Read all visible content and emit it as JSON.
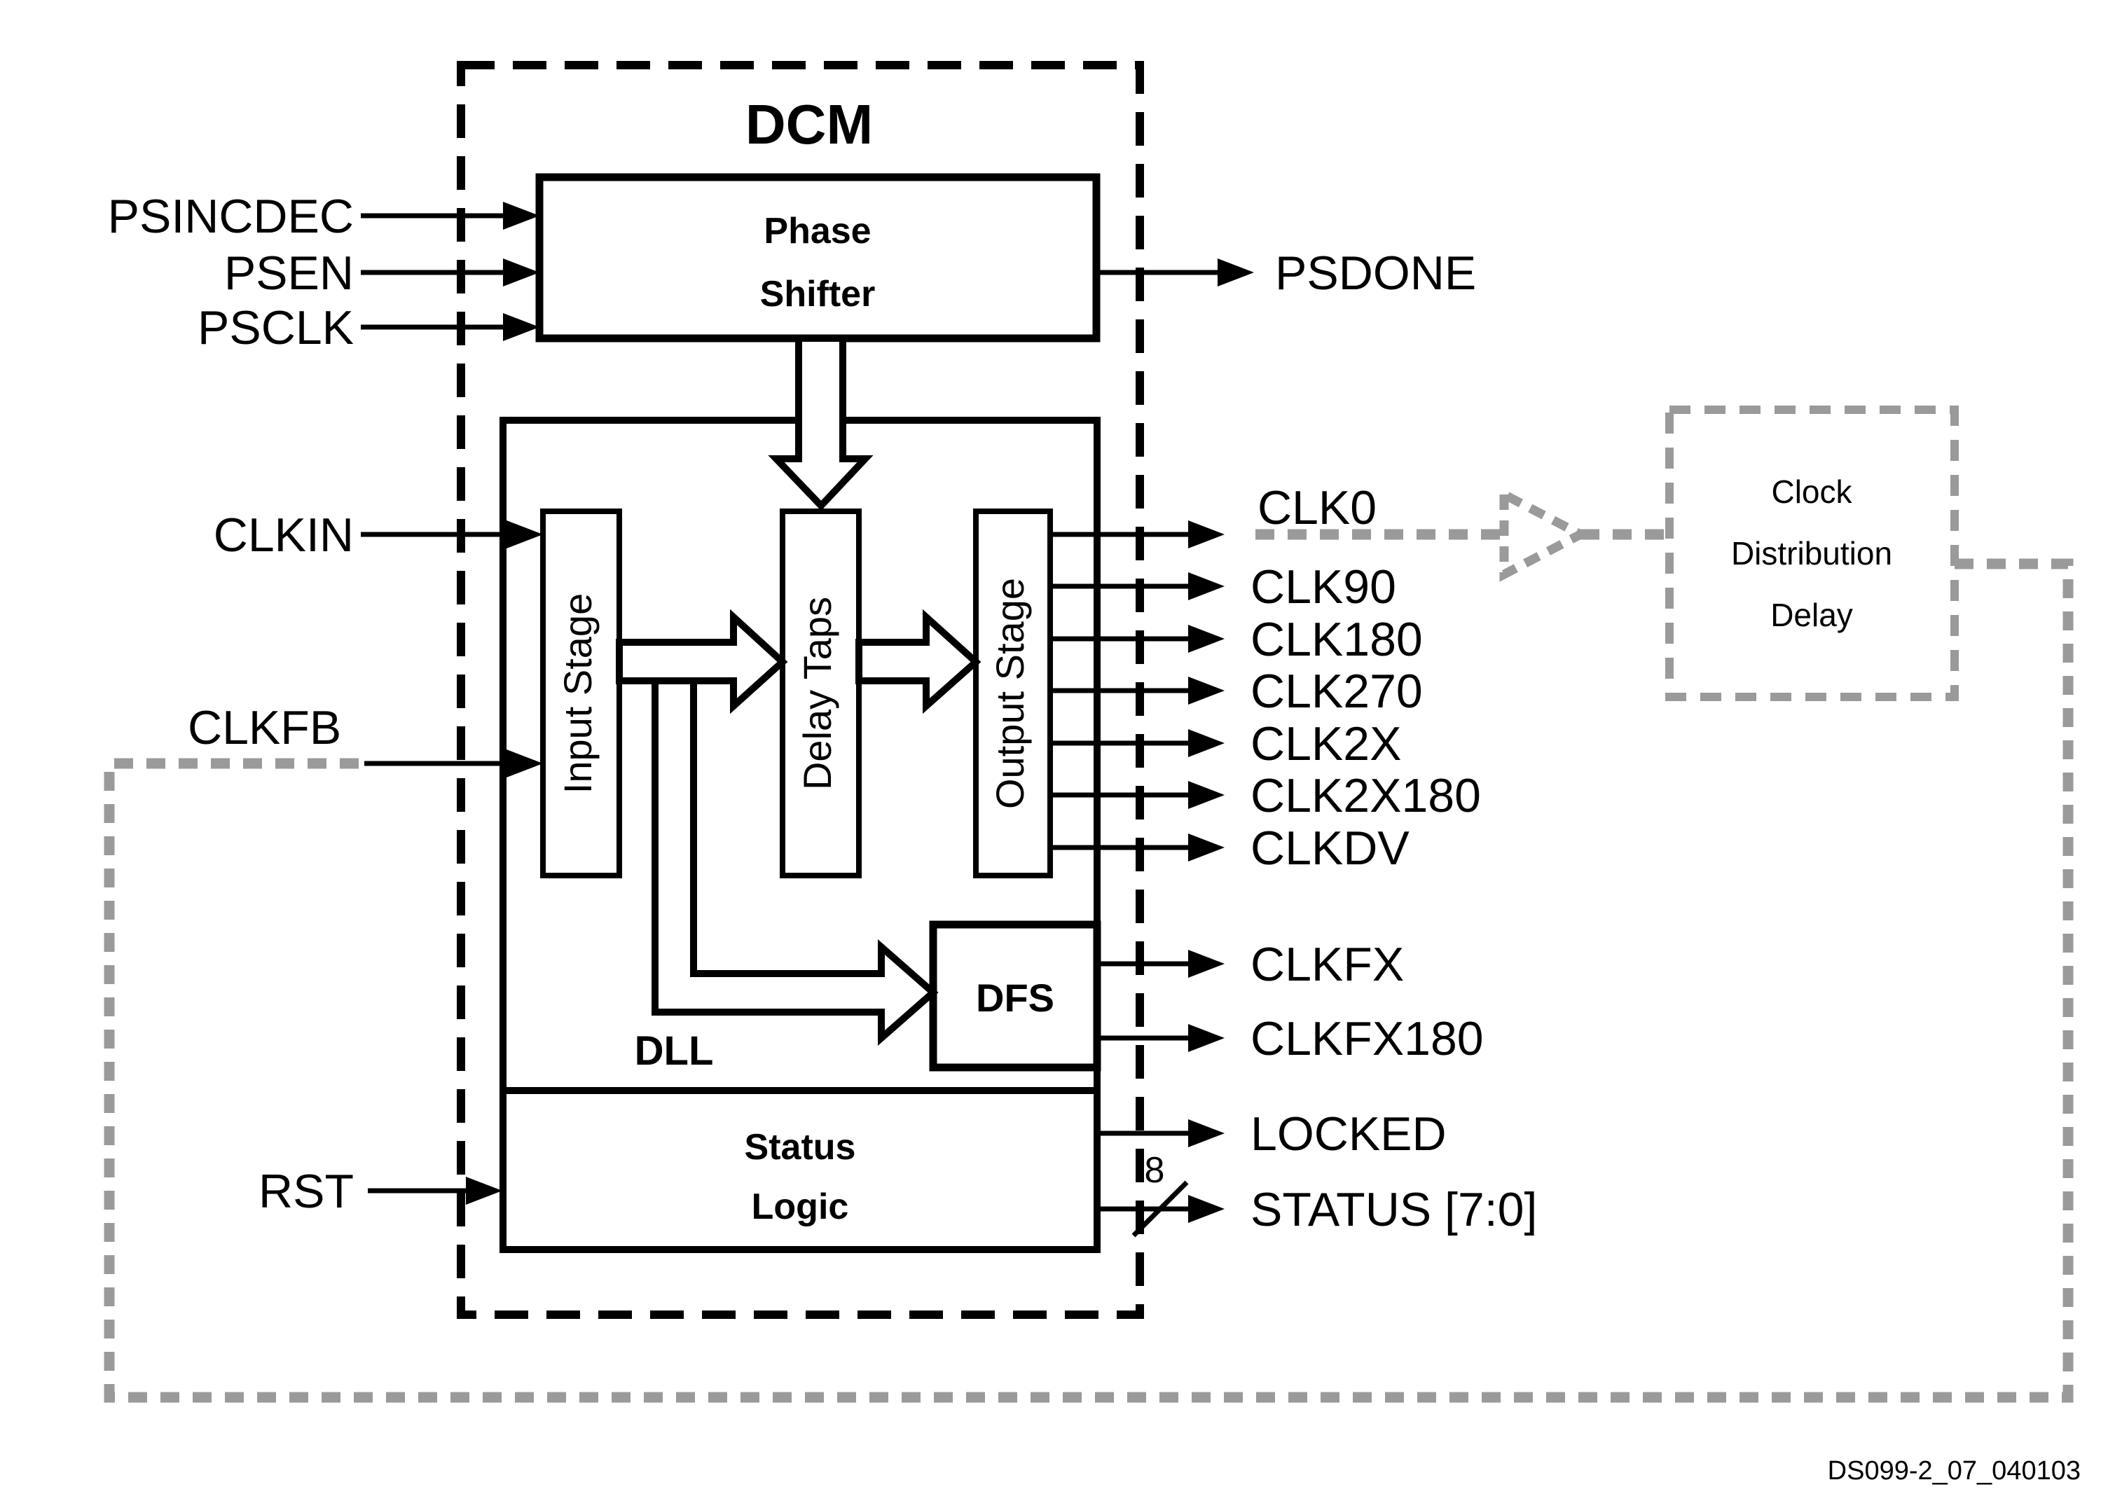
{
  "diagram": {
    "title": "DCM",
    "footer_code": "DS099-2_07_040103",
    "status_bus_width": "8",
    "colors": {
      "line": "#000000",
      "feedback_gray": "#9a9a9a",
      "background": "#ffffff"
    },
    "blocks": {
      "phase_shifter": {
        "lines": [
          "Phase",
          "Shifter"
        ]
      },
      "input_stage": {
        "label": "Input Stage"
      },
      "delay_taps": {
        "label": "Delay Taps"
      },
      "output_stage": {
        "label": "Output Stage"
      },
      "dfs": {
        "label": "DFS"
      },
      "dll": {
        "label": "DLL"
      },
      "status_logic": {
        "lines": [
          "Status",
          "Logic"
        ]
      },
      "clock_distribution_delay": {
        "lines": [
          "Clock",
          "Distribution",
          "Delay"
        ]
      }
    },
    "signals": {
      "inputs": {
        "psincdec": "PSINCDEC",
        "psen": "PSEN",
        "psclk": "PSCLK",
        "clkin": "CLKIN",
        "clkfb": "CLKFB",
        "rst": "RST"
      },
      "outputs": {
        "psdone": "PSDONE",
        "clk0": "CLK0",
        "clk90": "CLK90",
        "clk180": "CLK180",
        "clk270": "CLK270",
        "clk2x": "CLK2X",
        "clk2x180": "CLK2X180",
        "clkdv": "CLKDV",
        "clkfx": "CLKFX",
        "clkfx180": "CLKFX180",
        "locked": "LOCKED",
        "status": "STATUS [7:0]"
      }
    }
  }
}
